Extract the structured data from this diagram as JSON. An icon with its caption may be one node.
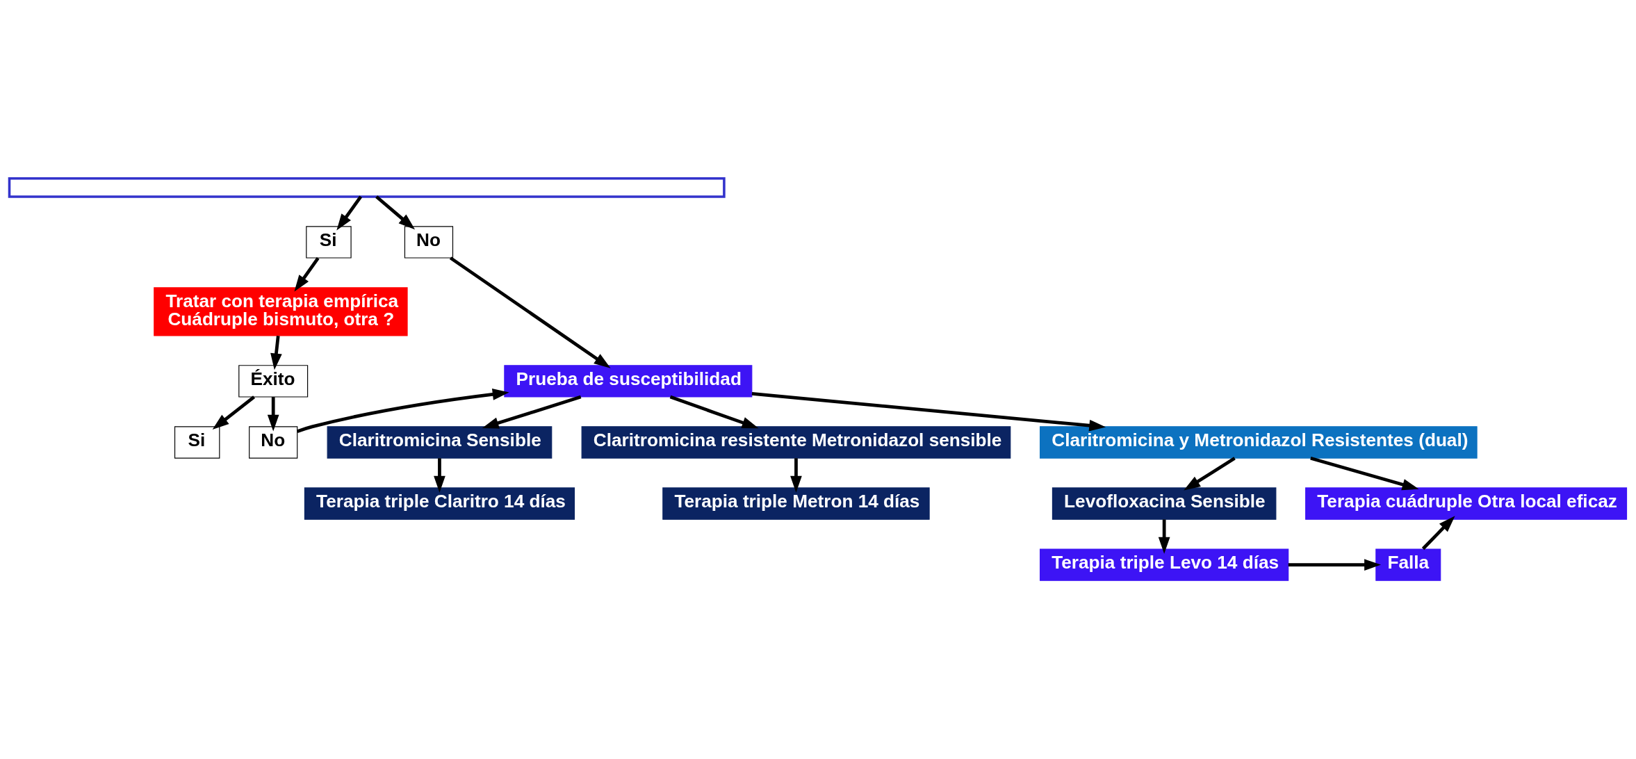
{
  "diagram": {
    "nodes": [
      {
        "text": [],
        "shape": "box"
      },
      {
        "text": [
          "Si"
        ]
      },
      {
        "text": [
          "No"
        ]
      },
      {
        "text": [
          "Tratar con terapia empírica",
          "Cuádruple bismuto, otra ?"
        ]
      },
      {
        "text": [
          "Prueba de susceptibilidad"
        ]
      },
      {
        "text": [
          "Éxito"
        ]
      },
      {
        "text": [
          "Si"
        ]
      },
      {
        "text": [
          "No"
        ]
      },
      {
        "text": [
          "Claritromicina Sensible"
        ]
      },
      {
        "text": [
          "Claritromicina resistente Metronidazol sensible"
        ]
      },
      {
        "text": [
          "Claritromicina y Metronidazol Resistentes (dual)"
        ]
      },
      {
        "text": [
          "Terapia triple Claritro 14 días"
        ]
      },
      {
        "text": [
          "Terapia triple Metron 14 días"
        ]
      },
      {
        "text": [
          "Levofloxacina Sensible"
        ]
      },
      {
        "text": [
          "Terapia cuádruple Otra local eficaz"
        ]
      },
      {
        "text": [
          "Terapia triple Levo 14 días"
        ]
      },
      {
        "text": [
          "Falla"
        ]
      }
    ],
    "edges": [
      {
        "from": 0,
        "to": 1,
        "arrow": "to"
      },
      {
        "from": 0,
        "to": 2,
        "arrow": "to"
      },
      {
        "from": 1,
        "to": 3,
        "arrow": "to"
      },
      {
        "from": 2,
        "to": 4,
        "arrow": "to"
      },
      {
        "from": 3,
        "to": 5,
        "arrow": "to"
      },
      {
        "from": 5,
        "to": 6,
        "arrow": "to"
      },
      {
        "from": 5,
        "to": 7,
        "arrow": "to"
      },
      {
        "from": 7,
        "to": 4,
        "arrow": "to"
      },
      {
        "from": 4,
        "to": 8,
        "arrow": "to"
      },
      {
        "from": 4,
        "to": 9,
        "arrow": "to"
      },
      {
        "from": 4,
        "to": 10,
        "arrow": "to"
      },
      {
        "from": 8,
        "to": 11,
        "arrow": "to"
      },
      {
        "from": 9,
        "to": 12,
        "arrow": "to"
      },
      {
        "from": 10,
        "to": 13,
        "arrow": "to"
      },
      {
        "from": 10,
        "to": 14,
        "arrow": "to"
      },
      {
        "from": 13,
        "to": 15,
        "arrow": "to"
      },
      {
        "from": 15,
        "to": 16,
        "arrow": "to"
      },
      {
        "from": 16,
        "to": 14,
        "arrow": "to"
      }
    ]
  }
}
